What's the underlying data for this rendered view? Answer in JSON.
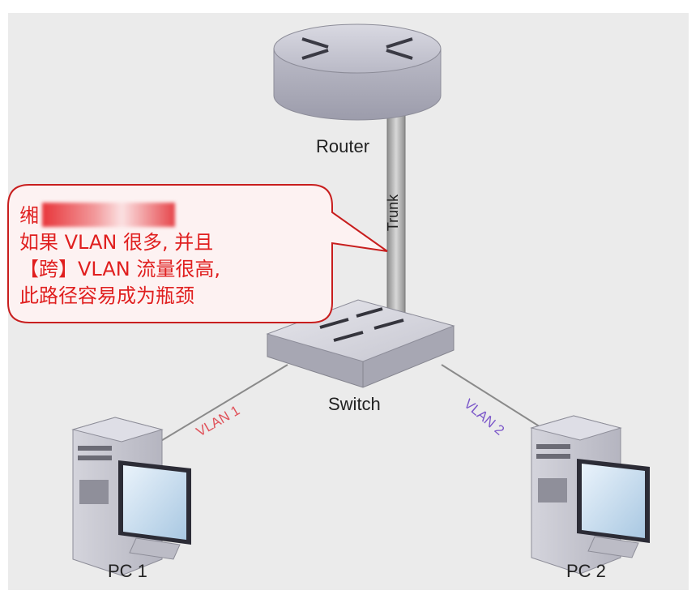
{
  "nodes": {
    "router": "Router",
    "switch": "Switch",
    "pc1": "PC 1",
    "pc2": "PC 2"
  },
  "links": {
    "trunk": "Trunk",
    "vlan1": "VLAN 1",
    "vlan2": "VLAN 2"
  },
  "callout": {
    "line1_prefix": "缃",
    "line2": "如果 VLAN 很多, 并且",
    "line3": "【跨】VLAN 流量很高,",
    "line4": "此路径容易成为瓶颈"
  },
  "colors": {
    "callout_text": "#e01f1f",
    "callout_border": "#c81e1e",
    "vlan1": "#e0525a",
    "vlan2": "#7b57c9",
    "canvas_bg": "#ebebeb"
  }
}
